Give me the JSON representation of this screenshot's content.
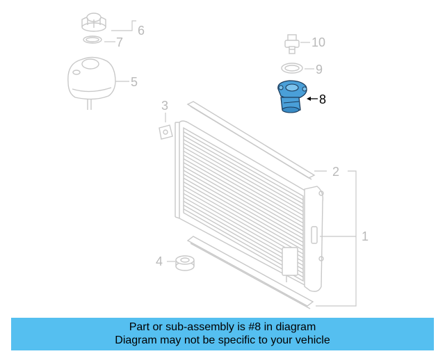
{
  "callouts": {
    "c1": "1",
    "c2": "2",
    "c3": "3",
    "c4": "4",
    "c5": "5",
    "c6": "6",
    "c7": "7",
    "c8": "8",
    "c9": "9",
    "c10": "10"
  },
  "highlighted_part": "8",
  "colors": {
    "highlight": "#4a9fd8",
    "banner": "#55bff0",
    "ghost": "#c8c8c8"
  },
  "banner": {
    "line1": "Part or sub-assembly is #8 in diagram",
    "line2": "Diagram may not be specific to your vehicle"
  }
}
